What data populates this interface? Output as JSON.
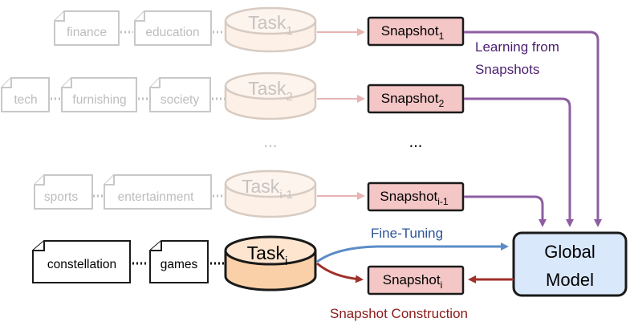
{
  "rows": [
    {
      "docs": [
        "finance",
        "education"
      ],
      "task": {
        "base": "Task",
        "sub": "1"
      },
      "snapshot": {
        "base": "Snapshot",
        "sub": "1"
      }
    },
    {
      "docs": [
        "tech",
        "furnishing",
        "society"
      ],
      "task": {
        "base": "Task",
        "sub": "2"
      },
      "snapshot": {
        "base": "Snapshot",
        "sub": "2"
      }
    },
    {
      "docs": [
        "sports",
        "entertainment"
      ],
      "task": {
        "base": "Task",
        "sub": "i-1"
      },
      "snapshot": {
        "base": "Snapshot",
        "sub": "i-1"
      }
    },
    {
      "docs": [
        "constellation",
        "games"
      ],
      "task": {
        "base": "Task",
        "sub": "i"
      },
      "snapshot": {
        "base": "Snapshot",
        "sub": "i"
      }
    }
  ],
  "ellipsis": {
    "tasks": "...",
    "snapshots": "..."
  },
  "labels": {
    "learning_line1": "Learning from",
    "learning_line2": "Snapshots",
    "fine_tuning": "Fine-Tuning",
    "snapshot_construction": "Snapshot Construction"
  },
  "global_model": {
    "line1": "Global",
    "line2": "Model"
  },
  "colors": {
    "purple_arrow": "#8e5ea2",
    "blue_arrow": "#5b8cc7",
    "red_arrow": "#a0302a",
    "faded_arrow": "#e8b3b3",
    "global_model_fill": "#dae8fc",
    "snapshot_fill": "#f4c6c6",
    "task_fill": "#fad0a8"
  }
}
